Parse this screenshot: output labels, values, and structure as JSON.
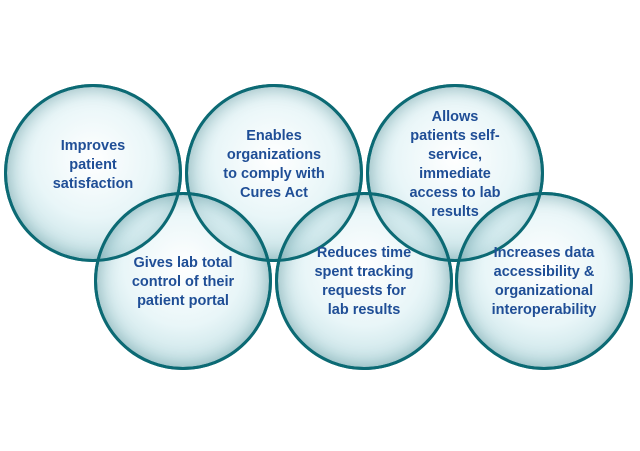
{
  "circles": [
    {
      "id": "c1",
      "lines": [
        "Improves",
        "patient",
        "satisfaction"
      ]
    },
    {
      "id": "c2",
      "lines": [
        "Enables",
        "organizations",
        "to comply with",
        "Cures Act"
      ]
    },
    {
      "id": "c3",
      "lines": [
        "Allows",
        "patients self-",
        "service,",
        "immediate",
        "access to lab",
        "results"
      ]
    },
    {
      "id": "c4",
      "lines": [
        "Gives lab total",
        "control of their",
        "patient portal"
      ]
    },
    {
      "id": "c5",
      "lines": [
        "Reduces time",
        "spent tracking",
        "requests for",
        "lab results"
      ]
    },
    {
      "id": "c6",
      "lines": [
        "Increases data",
        "accessibility &",
        "organizational",
        "interoperability"
      ]
    }
  ]
}
